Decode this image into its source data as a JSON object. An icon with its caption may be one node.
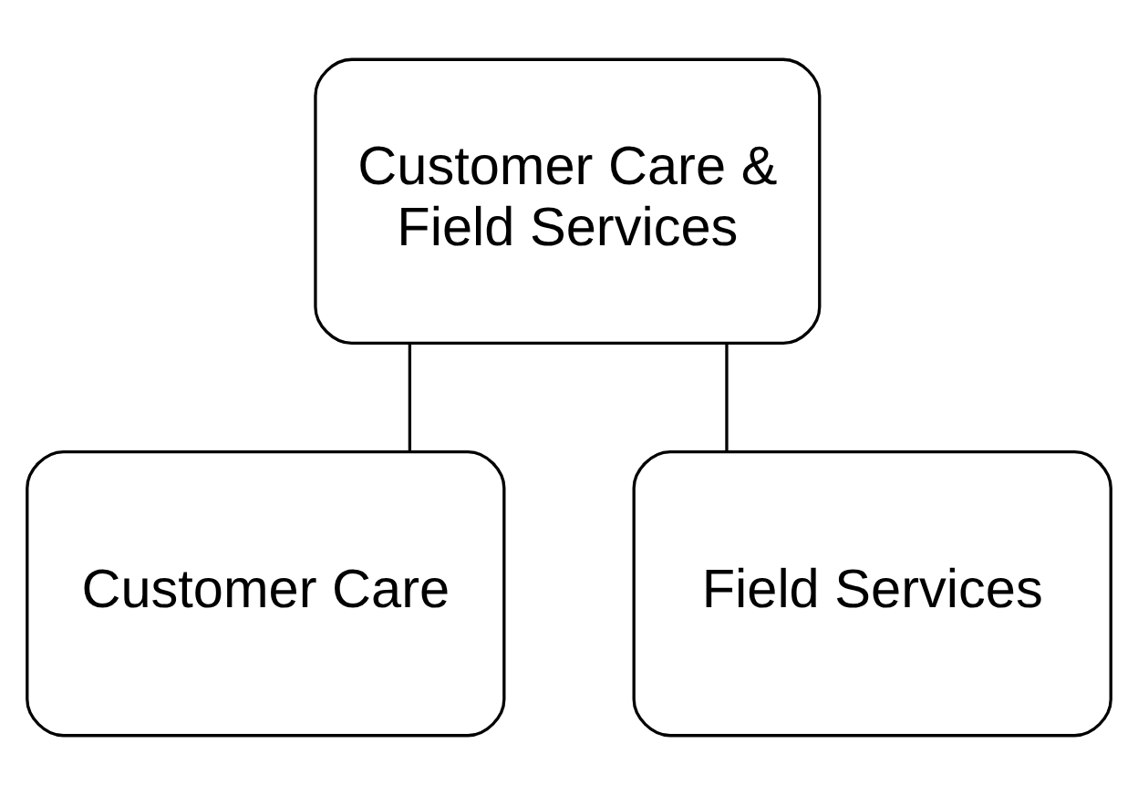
{
  "diagram": {
    "nodes": [
      {
        "text": [
          "Customer Care & Field Services"
        ]
      },
      {
        "text": [
          "Customer Care"
        ]
      },
      {
        "text": [
          "Field Services"
        ]
      }
    ],
    "edges": [
      {
        "from": 0,
        "to": 1,
        "arrow": "none"
      },
      {
        "from": 0,
        "to": 2,
        "arrow": "none"
      }
    ]
  }
}
